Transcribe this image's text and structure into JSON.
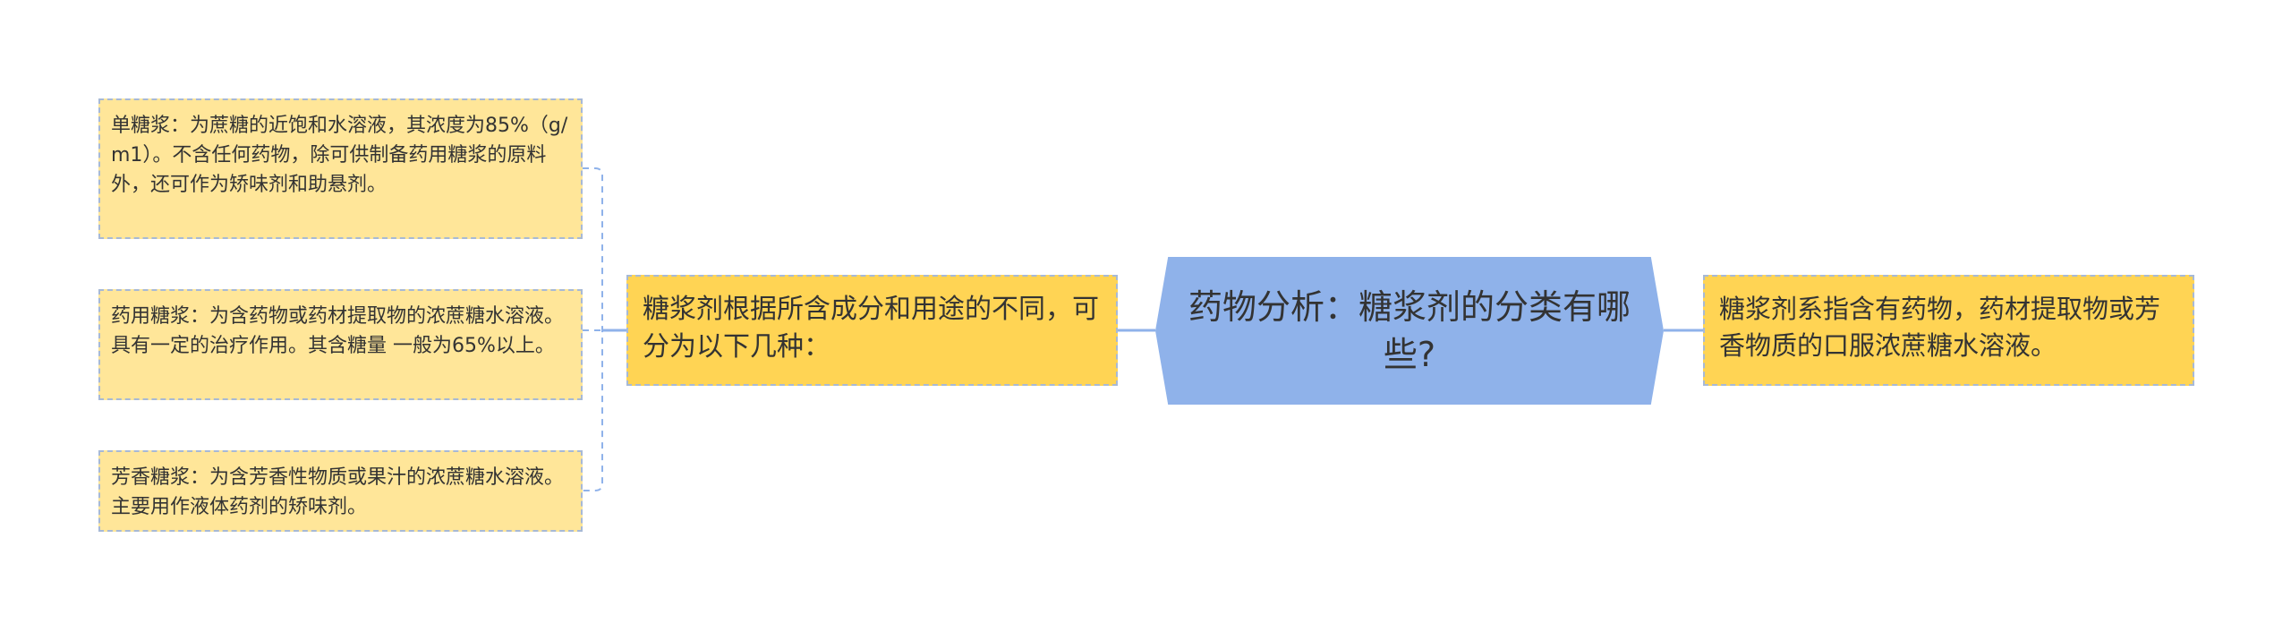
{
  "center": {
    "title": "药物分析：糖浆剂的分类有哪些?"
  },
  "right": {
    "text": "糖浆剂系指含有药物，药材提取物或芳香物质的口服浓蔗糖水溶液。"
  },
  "left": {
    "text": "糖浆剂根据所含成分和用途的不同，可分为以下几种："
  },
  "children": [
    {
      "text": "单糖浆：为蔗糖的近饱和水溶液，其浓度为85%（g/m1）。不含任何药物，除可供制备药用糖浆的原料外，还可作为矫味剂和助悬剂。"
    },
    {
      "text": "药用糖浆：为含药物或药材提取物的浓蔗糖水溶液。具有一定的治疗作用。其含糖量 一般为65%以上。"
    },
    {
      "text": "芳香糖浆：为含芳香性物质或果汁的浓蔗糖水溶液。主要用作液体药剂的矫味剂。"
    }
  ],
  "colors": {
    "center": "#8fb2ea",
    "branch": "#ffd454",
    "leaf": "#ffe699",
    "connector": "#8fb2ea",
    "border": "#a7b9d6"
  }
}
